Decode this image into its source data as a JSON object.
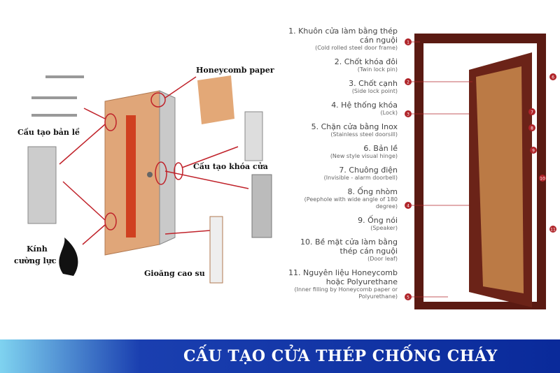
{
  "left_labels": {
    "honeycomb": "Honeycomb paper",
    "hinge": "Cấu tạo bản lề",
    "lock": "Cấu tạo khóa cửa",
    "glass_1": "Kính",
    "glass_2": "cường lực",
    "gasket": "Gioăng cao su"
  },
  "components": [
    {
      "vi": "1. Khuôn cửa làm bằng thép cán nguội",
      "en": "(Cold rolled steel door frame)"
    },
    {
      "vi": "2. Chốt khóa đôi",
      "en": "(Twin lock pin)"
    },
    {
      "vi": "3. Chốt cạnh",
      "en": "(Side lock point)"
    },
    {
      "vi": "4. Hệ thống khóa",
      "en": "(Lock)"
    },
    {
      "vi": "5. Chặn cửa bằng Inox",
      "en": "(Stainless steel doorsill)"
    },
    {
      "vi": "6. Bản lề",
      "en": "(New style visual hinge)"
    },
    {
      "vi": "7. Chuông điện",
      "en": "(Invisible - alarm doorbell)"
    },
    {
      "vi": "8. Ống nhòm",
      "en": "(Peephole with wide angle of 180 degree)"
    },
    {
      "vi": "9. Ống nói",
      "en": "(Speaker)"
    },
    {
      "vi": "10. Bề mặt cửa làm bằng thép cán nguội",
      "en": "(Door leaf)"
    },
    {
      "vi": "11. Nguyên liệu Honeycomb hoặc Polyurethane",
      "en": "(Inner filling by Honeycomb paper or Polyurethane)"
    }
  ],
  "markers": [
    "1",
    "2",
    "3",
    "4",
    "5",
    "6",
    "7",
    "8",
    "9",
    "10",
    "11"
  ],
  "banner": {
    "title": "CẤU TẠO CỬA THÉP CHỐNG CHÁY"
  },
  "colors": {
    "marker": "#b0252a",
    "banner": "#0a2a9a",
    "door_wood": "#e0a679"
  }
}
